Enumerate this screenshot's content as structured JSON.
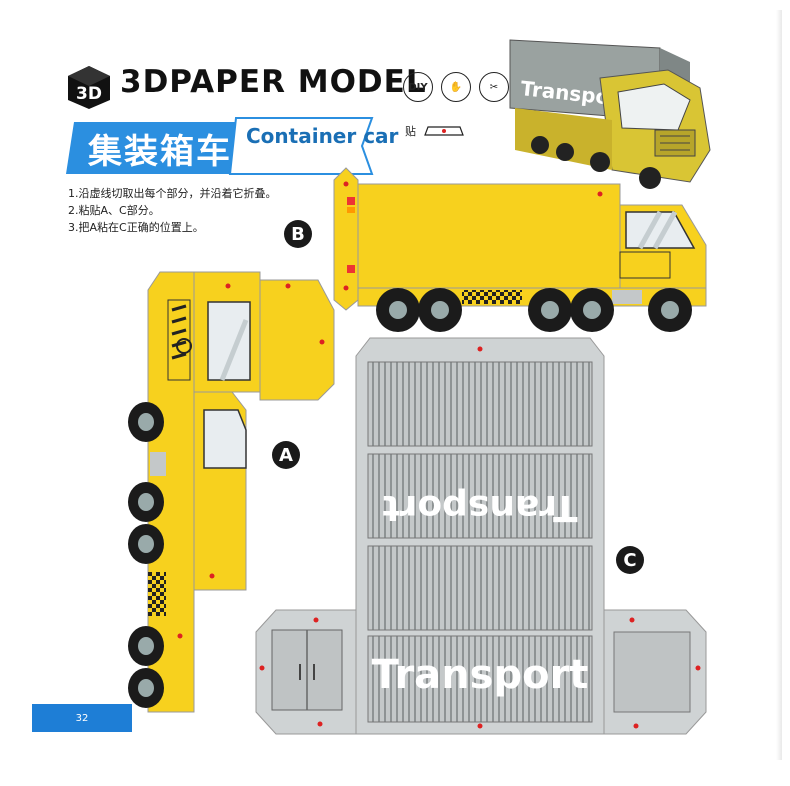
{
  "header": {
    "logo_text": "3D",
    "brand": "3DPAPER MODEL",
    "badges": [
      "DIY",
      "✋",
      "✂"
    ],
    "glue_label": "贴"
  },
  "banner": {
    "title_cn": "集装箱车",
    "title_en": "Container car"
  },
  "instructions": [
    "1.沿虚线切取出每个部分，并沿着它折叠。",
    "2.粘贴A、C部分。",
    "3.把A粘在C正确的位置上。"
  ],
  "parts": {
    "a": "A",
    "b": "B",
    "c": "C"
  },
  "container_text": "Transport",
  "page_number": "32",
  "colors": {
    "yellow": "#f7d11e",
    "gray": "#b8bcbd",
    "blue": "#1e7ed6",
    "banner_blue": "#2b8fe0"
  }
}
